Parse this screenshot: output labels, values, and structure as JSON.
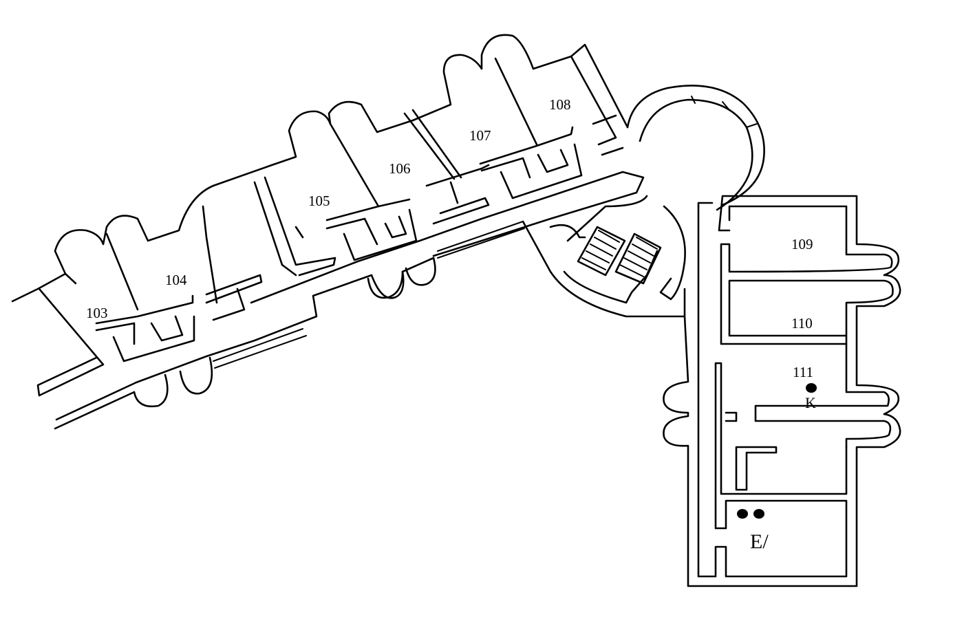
{
  "rooms": {
    "r103": "103",
    "r104": "104",
    "r105": "105",
    "r106": "106",
    "r107": "107",
    "r108": "108",
    "r109": "109",
    "r110": "110",
    "r111": "111"
  },
  "markers": {
    "k_label": "K",
    "e_label": "E/"
  }
}
